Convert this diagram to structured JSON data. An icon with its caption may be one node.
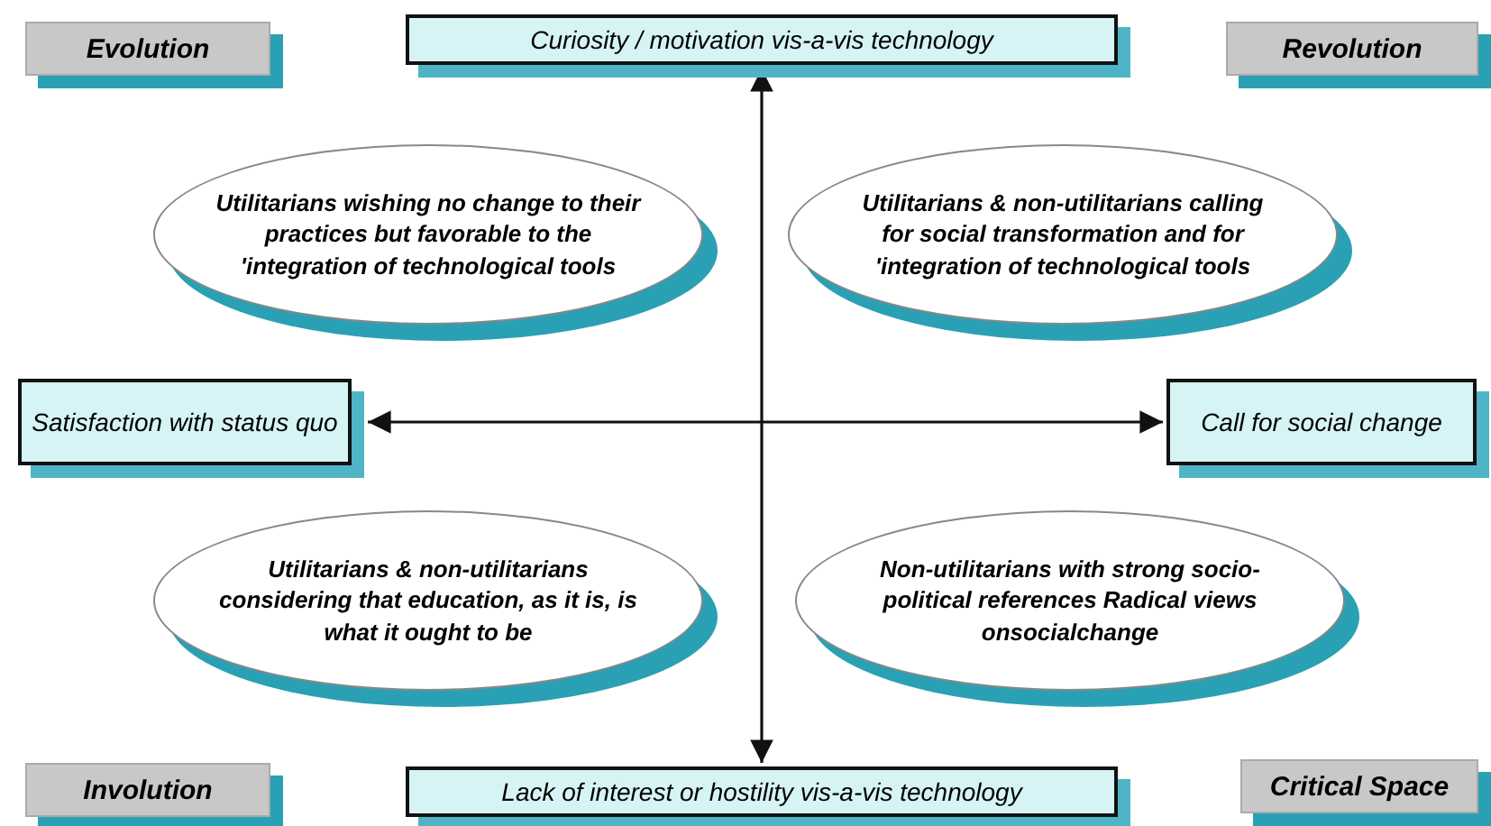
{
  "diagram": {
    "nodes": [
      {
        "text": [
          "Evolution"
        ]
      },
      {
        "text": [
          "Curiosity / motivation vis-a-vis technology"
        ]
      },
      {
        "text": [
          "Revolution"
        ]
      },
      {
        "text": [
          "Utilitarians wishing no change to their practices but favorable to the 'integration of technological tools"
        ]
      },
      {
        "text": [
          "Utilitarians & non-utilitarians calling for social transformation and for 'integration of technological tools"
        ]
      },
      {
        "text": [
          "Satisfaction with status quo"
        ]
      },
      {
        "text": [
          "Call for social change"
        ]
      },
      {
        "text": [
          "Utilitarians & non-utilitarians considering that education, as it is, is what it ought to be"
        ]
      },
      {
        "text": [
          "Non-utilitarians with strong socio-political references Radical views onsocialchange"
        ]
      },
      {
        "text": [
          "Involution"
        ]
      },
      {
        "text": [
          "Lack of interest or hostility vis-a-vis technology"
        ]
      },
      {
        "text": [
          "Critical Space"
        ]
      }
    ],
    "edges": [
      {
        "from": 1,
        "to": 10,
        "arrow": "both"
      },
      {
        "from": 5,
        "to": 6,
        "arrow": "both"
      }
    ]
  }
}
